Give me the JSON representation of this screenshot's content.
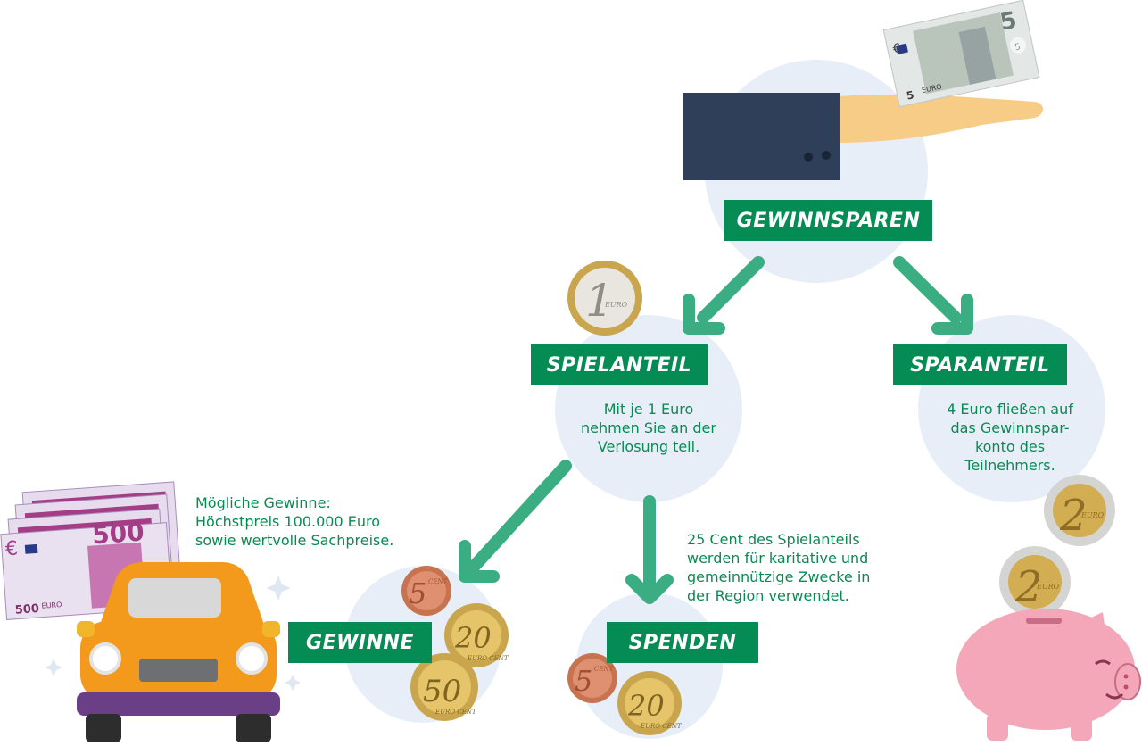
{
  "nodes": {
    "gewinnsparen": {
      "label": "GEWINNSPAREN"
    },
    "spielanteil": {
      "label": "SPIELANTEIL",
      "text_lines": [
        "Mit je 1 Euro",
        "nehmen Sie an der",
        "Verlosung teil."
      ]
    },
    "sparanteil": {
      "label": "SPARANTEIL",
      "text_lines": [
        "4 Euro fließen auf",
        "das Gewinnspar-",
        "konto des",
        "Teilnehmers."
      ]
    },
    "gewinne": {
      "label": "GEWINNE",
      "text_lines": [
        "Mögliche Gewinne:",
        "Höchstpreis 100.000 Euro",
        "sowie wertvolle Sachpreise."
      ]
    },
    "spenden": {
      "label": "SPENDEN",
      "text_lines": [
        "25 Cent des Spielanteils",
        "werden für karitative und",
        "gemeinnützige Zwecke in",
        "der Region verwendet."
      ]
    }
  },
  "coins": {
    "one_euro": {
      "value": "1",
      "unit": "EURO"
    },
    "two_euro": {
      "value": "2",
      "unit": "EURO"
    },
    "five_cent": {
      "value": "5",
      "unit": "CENT"
    },
    "twenty_cent": {
      "value": "20",
      "unit": "EURO CENT"
    },
    "fifty_cent": {
      "value": "50",
      "unit": "EURO CENT"
    }
  },
  "banknotes": {
    "five": {
      "value": "5",
      "currency": "€",
      "small_value": "5",
      "series": "EURO"
    },
    "five_hundred": {
      "value": "500",
      "currency": "€",
      "small_value": "500",
      "series": "EURO"
    }
  },
  "colors": {
    "green": "#058c55",
    "arrow": "#3aae82",
    "circle_bg": "#e8eef8",
    "text_green": "#0a8a52"
  }
}
